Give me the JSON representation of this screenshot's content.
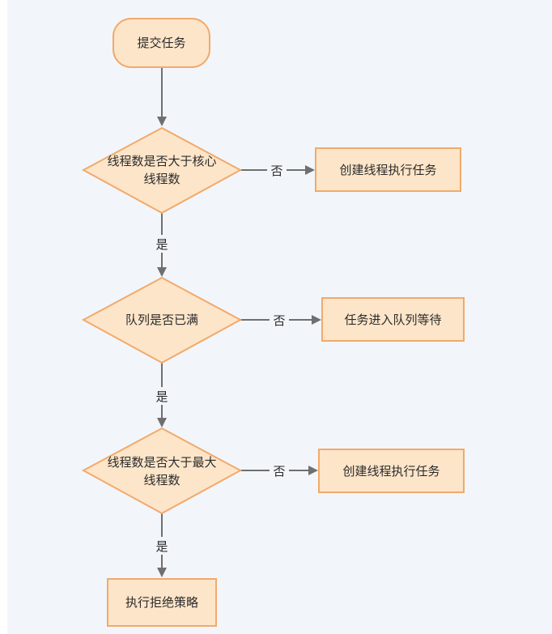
{
  "diagram": {
    "start": {
      "label": "提交任务"
    },
    "decision_core": {
      "line1": "线程数是否大于核心",
      "line2": "线程数"
    },
    "process_create_1": {
      "label": "创建线程执行任务"
    },
    "decision_queue": {
      "label": "队列是否已满"
    },
    "process_enqueue": {
      "label": "任务进入队列等待"
    },
    "decision_max": {
      "line1": "线程数是否大于最大",
      "line2": "线程数"
    },
    "process_create_2": {
      "label": "创建线程执行任务"
    },
    "process_reject": {
      "label": "执行拒绝策略"
    },
    "edges": {
      "no_1": "否",
      "yes_1": "是",
      "no_2": "否",
      "yes_2": "是",
      "no_3": "否",
      "yes_3": "是"
    }
  },
  "colors": {
    "panel_bg": "#f2f6fb",
    "node_fill": "#fde5c9",
    "node_stroke": "#f2a96a",
    "edge": "#6f6f6f",
    "text": "#2b2b2b"
  }
}
